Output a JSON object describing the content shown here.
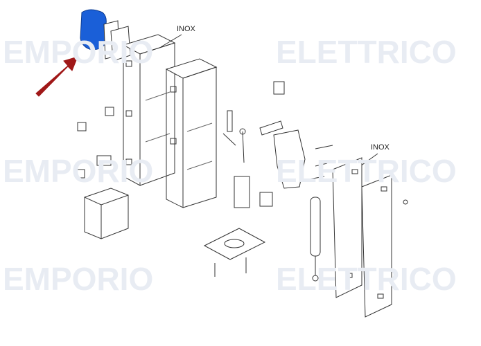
{
  "watermark": {
    "left": "EMPORIO",
    "right": "ELETTRICO"
  },
  "labels": {
    "inox_top": "INOX",
    "inox_panel": "INOX"
  },
  "highlight": {
    "part": "cover",
    "color": "#1a5fd8"
  },
  "arrow": {
    "color": "#a01818"
  }
}
